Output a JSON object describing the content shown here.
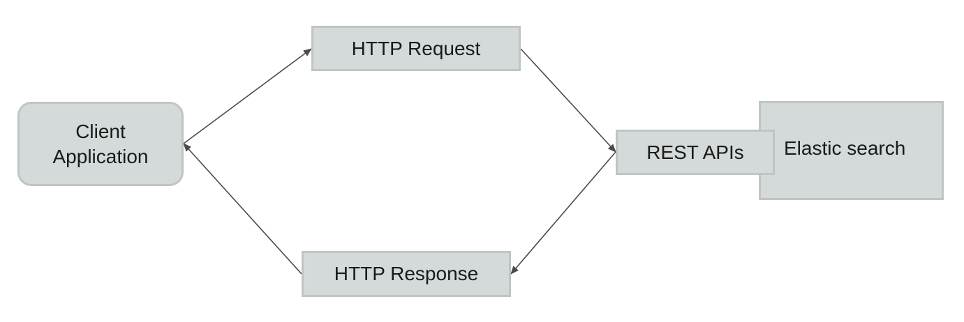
{
  "nodes": {
    "client_application": {
      "line1": "Client",
      "line2": "Application"
    },
    "http_request": {
      "label": "HTTP Request"
    },
    "http_response": {
      "label": "HTTP Response"
    },
    "rest_apis": {
      "label": "REST APIs"
    },
    "elastic_search": {
      "label": "Elastic search"
    }
  },
  "edges": [
    {
      "from": "Client Application",
      "to": "HTTP Request"
    },
    {
      "from": "HTTP Request",
      "to": "REST APIs"
    },
    {
      "from": "REST APIs",
      "to": "HTTP Response"
    },
    {
      "from": "HTTP Response",
      "to": "Client Application"
    }
  ],
  "colors": {
    "node_fill": "#d4d9d9",
    "node_border": "#c0c4c4",
    "edge": "#4a4a4a",
    "text": "#1a1a1a"
  }
}
